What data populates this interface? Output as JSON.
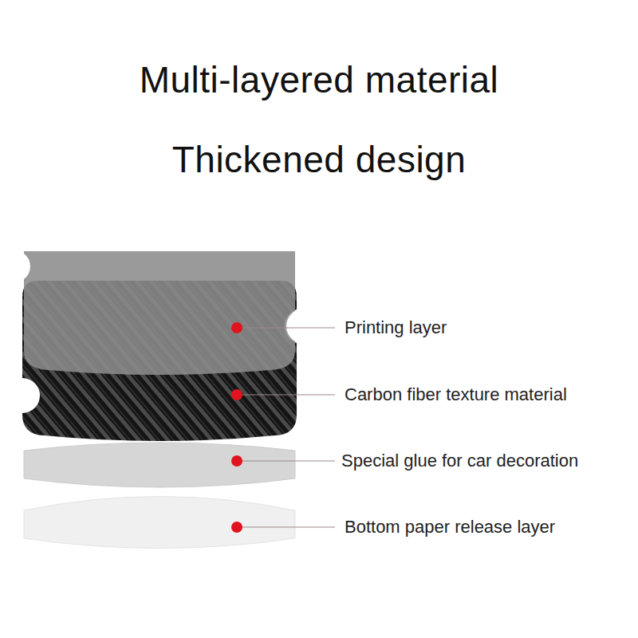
{
  "diagram": {
    "title": "Multi-layered material",
    "labels": [
      "Thickened design",
      "Printing layer",
      "Carbon fiber texture material",
      "Special glue for car decoration",
      "Bottom paper release layer"
    ]
  }
}
